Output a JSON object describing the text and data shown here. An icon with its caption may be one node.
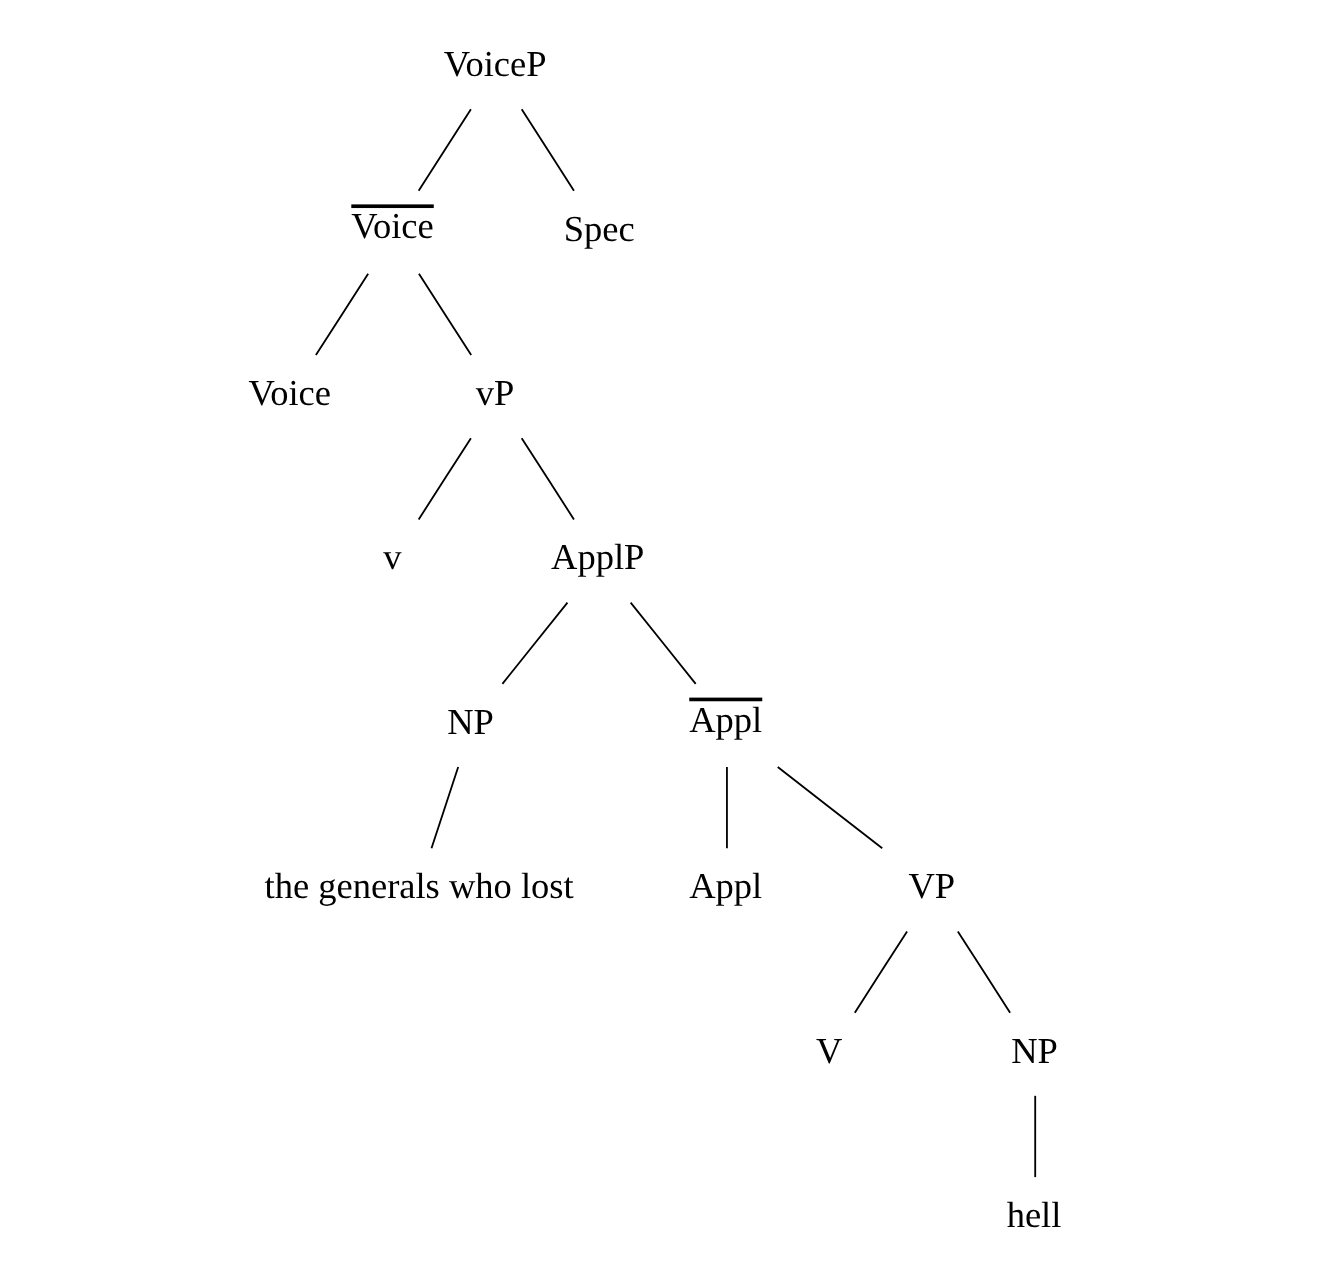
{
  "diagram": {
    "nodes": [
      {
        "text": [
          "VoiceP"
        ]
      },
      {
        "text": [
          "Voice"
        ]
      },
      {
        "text": [
          "Spec"
        ]
      },
      {
        "text": [
          "Voice"
        ]
      },
      {
        "text": [
          "vP"
        ]
      },
      {
        "text": [
          "v"
        ]
      },
      {
        "text": [
          "ApplP"
        ]
      },
      {
        "text": [
          "NP"
        ]
      },
      {
        "text": [
          "Appl"
        ]
      },
      {
        "text": [
          "the generals who lost"
        ]
      },
      {
        "text": [
          "Appl"
        ]
      },
      {
        "text": [
          "VP"
        ]
      },
      {
        "text": [
          "V"
        ]
      },
      {
        "text": [
          "NP"
        ]
      },
      {
        "text": [
          "hell"
        ]
      }
    ],
    "edges": [
      {
        "from": 0,
        "to": 1,
        "arrow": "none"
      },
      {
        "from": 0,
        "to": 2,
        "arrow": "none"
      },
      {
        "from": 1,
        "to": 3,
        "arrow": "none"
      },
      {
        "from": 1,
        "to": 4,
        "arrow": "none"
      },
      {
        "from": 4,
        "to": 5,
        "arrow": "none"
      },
      {
        "from": 4,
        "to": 6,
        "arrow": "none"
      },
      {
        "from": 6,
        "to": 7,
        "arrow": "none"
      },
      {
        "from": 6,
        "to": 8,
        "arrow": "none"
      },
      {
        "from": 7,
        "to": 9,
        "arrow": "none"
      },
      {
        "from": 8,
        "to": 10,
        "arrow": "none"
      },
      {
        "from": 8,
        "to": 11,
        "arrow": "none"
      },
      {
        "from": 11,
        "to": 12,
        "arrow": "none"
      },
      {
        "from": 11,
        "to": 13,
        "arrow": "none"
      },
      {
        "from": 13,
        "to": 14,
        "arrow": "none"
      }
    ]
  }
}
